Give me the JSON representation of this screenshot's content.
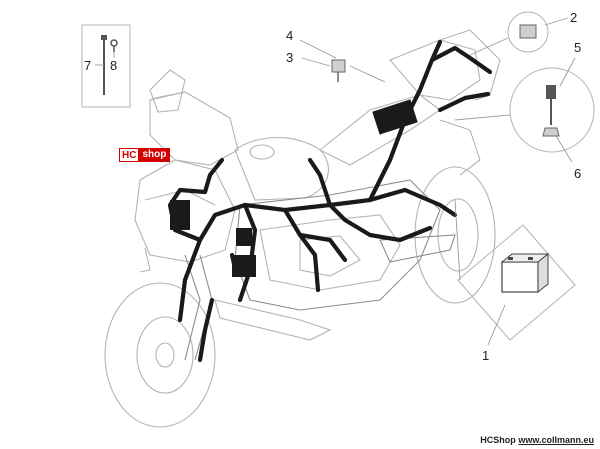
{
  "callouts": {
    "c1": "1",
    "c2": "2",
    "c3": "3",
    "c4": "4",
    "c5": "5",
    "c6": "6",
    "c7": "7",
    "c8": "8"
  },
  "badge": {
    "prefix": "HC",
    "suffix": "shop"
  },
  "footer": {
    "brand": "HCShop",
    "site": "www.collmann.eu"
  },
  "colors": {
    "harness": "#1a1a1a",
    "outline": "#b3b3b3",
    "badge_red": "#d40000"
  },
  "icons": [
    "battery-icon",
    "relay-icon",
    "fuse-icon",
    "clamp-icon",
    "cable-tie-icon"
  ]
}
